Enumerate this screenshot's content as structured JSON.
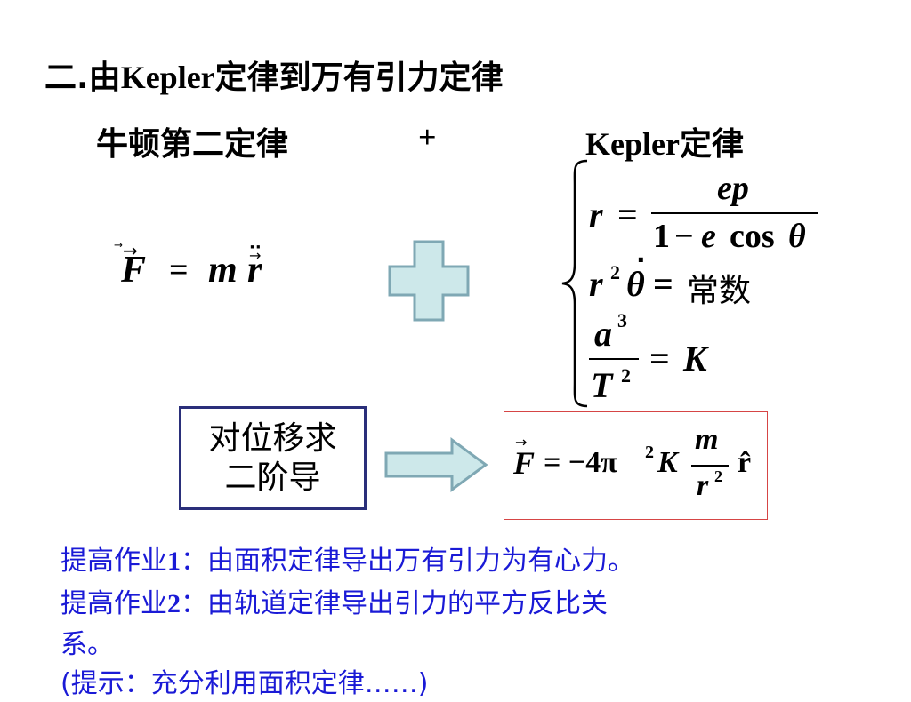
{
  "title": {
    "prefix": "二.由",
    "latin": "Kepler",
    "suffix": "定律到万有引力定律"
  },
  "subtitle": {
    "left": "牛顿第二定律",
    "plus": "+",
    "right_latin": "Kepler",
    "right_cn": "定律"
  },
  "newton_eq": {
    "F": "F",
    "eq": "=",
    "m": "m",
    "r": "r"
  },
  "kepler_eqs": {
    "eq1": {
      "lhs": "r",
      "eq": "=",
      "numerator": "ep",
      "den_one": "1",
      "den_minus": "−",
      "den_e": "e",
      "den_cos": "cos",
      "den_theta": "θ"
    },
    "eq2": {
      "r": "r",
      "exp": "2",
      "theta": "θ",
      "eq": "=",
      "rhs": "常数"
    },
    "eq3": {
      "a": "a",
      "a_exp": "3",
      "T": "T",
      "T_exp": "2",
      "eq": "=",
      "K": "K"
    }
  },
  "box_left": {
    "line1": "对位移求",
    "line2": "二阶导"
  },
  "result_eq": {
    "F": "F",
    "eq": "= −4π",
    "pi_exp": "2",
    "K": "K",
    "m": "m",
    "r": "r",
    "r_exp": "2",
    "rhat": "r̂"
  },
  "homework": {
    "line1_prefix": "提高作业",
    "line1_num": "1",
    "line1_text": "：由面积定律导出万有引力为有心力。",
    "line2_prefix": "提高作业",
    "line2_num": "2",
    "line2_text": "：由轨道定律导出引力的平方反比关",
    "line3": "系。",
    "line4": "(提示：充分利用面积定律……)"
  },
  "colors": {
    "shape_fill": "#cde8ea",
    "shape_stroke": "#7fa8b4",
    "box_border": "#2a2f7a",
    "result_border": "#d64545",
    "homework": "#1a1ad6"
  }
}
